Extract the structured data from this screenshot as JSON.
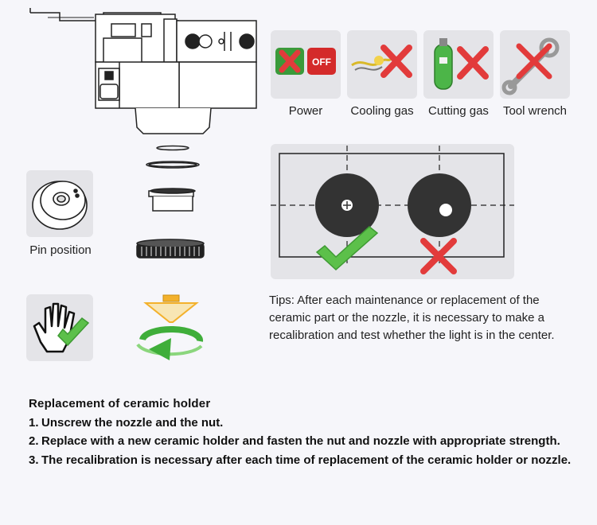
{
  "requirements": [
    {
      "label": "Power",
      "icon": "power-off-icon",
      "status": "not-allowed"
    },
    {
      "label": "Cooling gas",
      "icon": "cooling-gas-icon",
      "status": "not-allowed"
    },
    {
      "label": "Cutting gas",
      "icon": "cutting-gas-cylinder-icon",
      "status": "not-allowed"
    },
    {
      "label": "Tool wrench",
      "icon": "wrench-icon",
      "status": "not-allowed"
    }
  ],
  "power_switch_text": "OFF",
  "pin_position_label": "Pin position",
  "tips": "Tips: After each maintenance or replacement of the ceramic part or the nozzle, it is necessary to make a recalibration and test whether the light is in the center.",
  "instructions": {
    "heading": "Replacement of ceramic holder",
    "steps": [
      {
        "num": "1.",
        "text": "Unscrew the nozzle and the nut."
      },
      {
        "num": "2.",
        "text": "Replace with a new ceramic holder and fasten the nut and nozzle with appropriate strength."
      },
      {
        "num": "3.",
        "text": "The recalibration is necessary after each time of replacement of the ceramic holder or nozzle."
      }
    ]
  },
  "colors": {
    "tile_bg": "#e4e4e8",
    "check_green": "#5cc04a",
    "cross_red": "#e23b3b",
    "disc_dark": "#333333",
    "orange": "#f3b12c"
  }
}
